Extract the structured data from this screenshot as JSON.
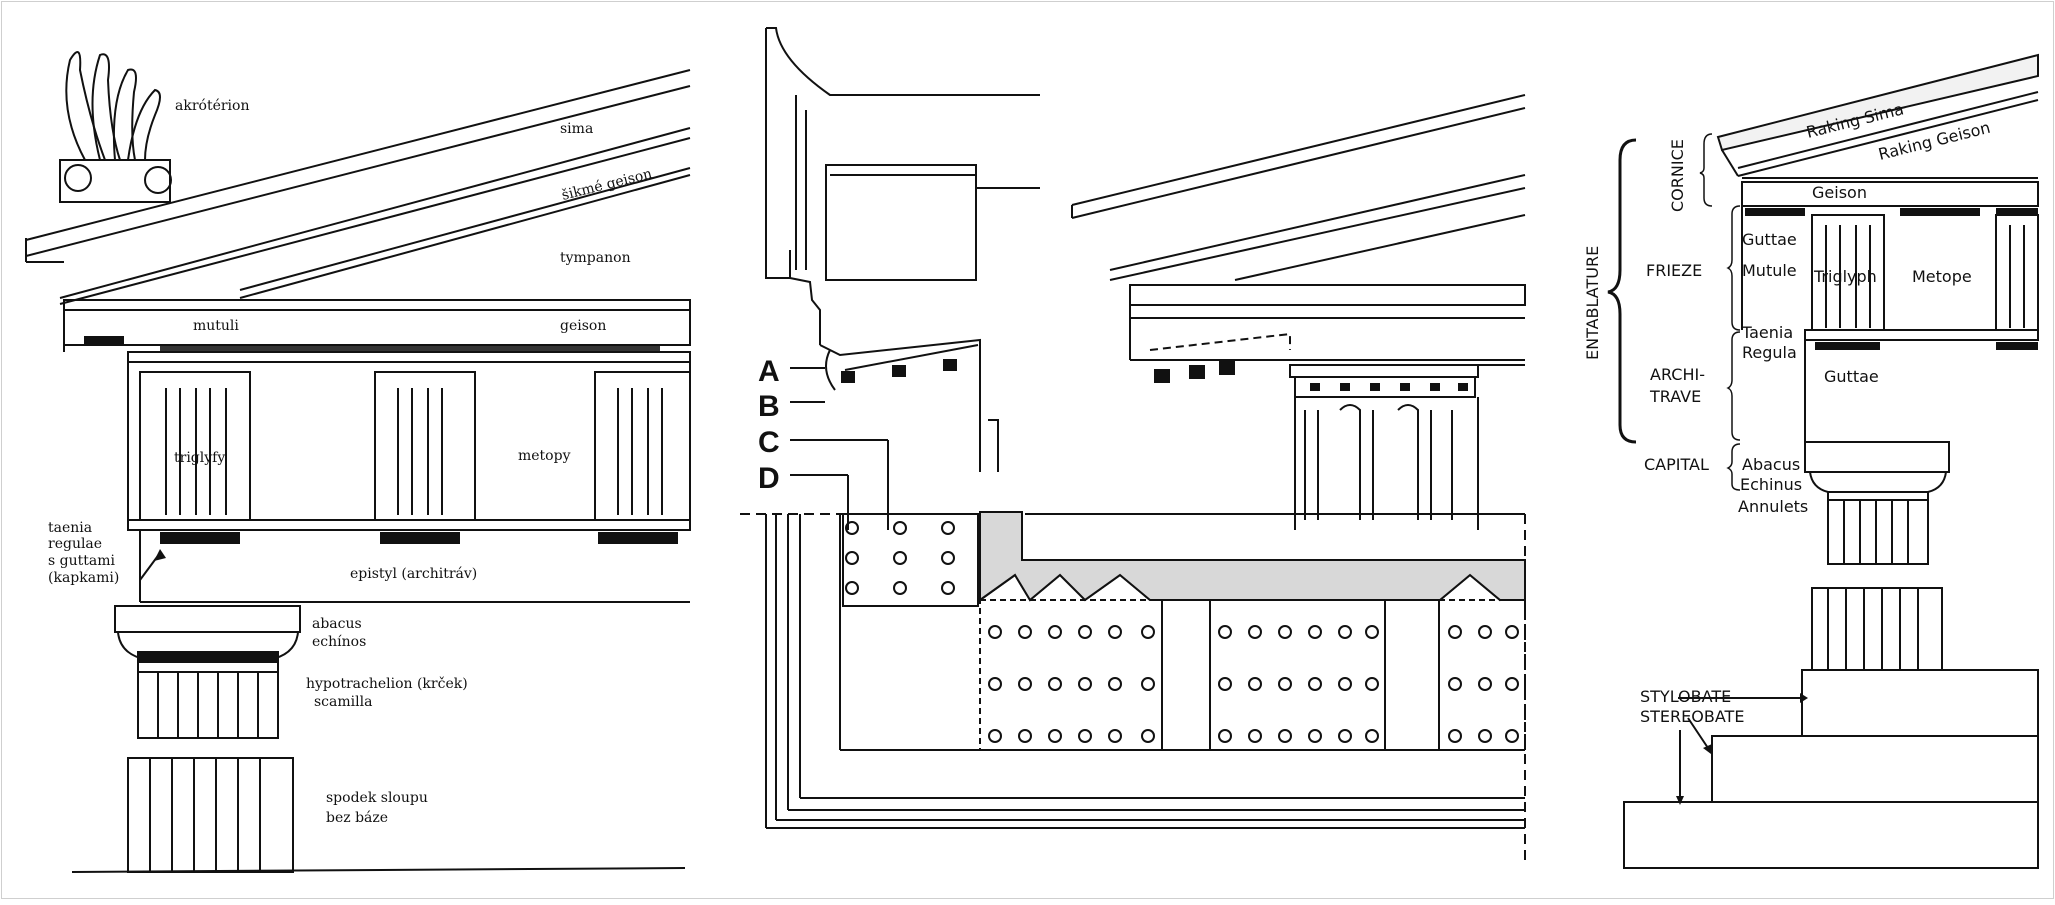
{
  "panel_left": {
    "labels": {
      "akroterion": "akrótérion",
      "sima": "sima",
      "sikme_geison": "šikmé geison",
      "tympanon": "tympanon",
      "mutuli": "mutuli",
      "geison": "geison",
      "triglyfy": "triglyfy",
      "metopy": "metopy",
      "taenia_1": "taenia",
      "taenia_2": "regulae",
      "taenia_3": "s guttami",
      "taenia_4": "(kapkami)",
      "epistyl": "epistyl (architráv)",
      "abacus": "abacus",
      "echinos": "echínos",
      "hypotrachelion": "hypotrachelion (krček)",
      "scamilla": "scamilla",
      "spodek_1": "spodek sloupu",
      "spodek_2": "bez báze"
    }
  },
  "panel_middle": {
    "markers": [
      "A",
      "B",
      "C",
      "D"
    ]
  },
  "panel_right": {
    "labels": {
      "raking_sima": "Raking Sima",
      "raking_geison": "Raking Geison",
      "cornice": "CORNICE",
      "geison": "Geison",
      "guttae_top": "Guttae",
      "entablature": "ENTABLATURE",
      "frieze": "FRIEZE",
      "mutule": "Mutule",
      "triglyph": "Triglyph",
      "metope": "Metope",
      "taenia": "Taenia",
      "regula": "Regula",
      "archi": "ARCHI-",
      "trave": "TRAVE",
      "guttae": "Guttae",
      "capital": "CAPITAL",
      "abacus": "Abacus",
      "echinus": "Echinus",
      "annulets": "Annulets",
      "stylobate": "STYLOBATE",
      "stereobate": "STEREOBATE"
    }
  }
}
